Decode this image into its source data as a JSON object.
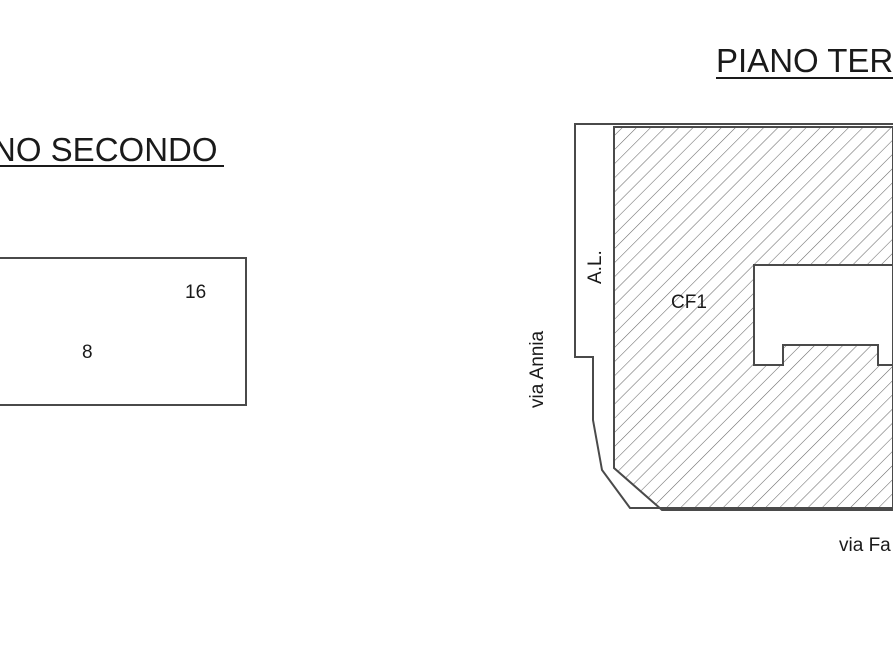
{
  "sheet": {
    "left_title": "NO SECONDO",
    "right_title": "PIANO TER",
    "left_unit_numbers": [
      "16",
      "8"
    ],
    "labels": {
      "al": "A.L.",
      "cf1": "CF1",
      "via_annia": "via Annia",
      "via_bottom": "via Fa"
    }
  }
}
